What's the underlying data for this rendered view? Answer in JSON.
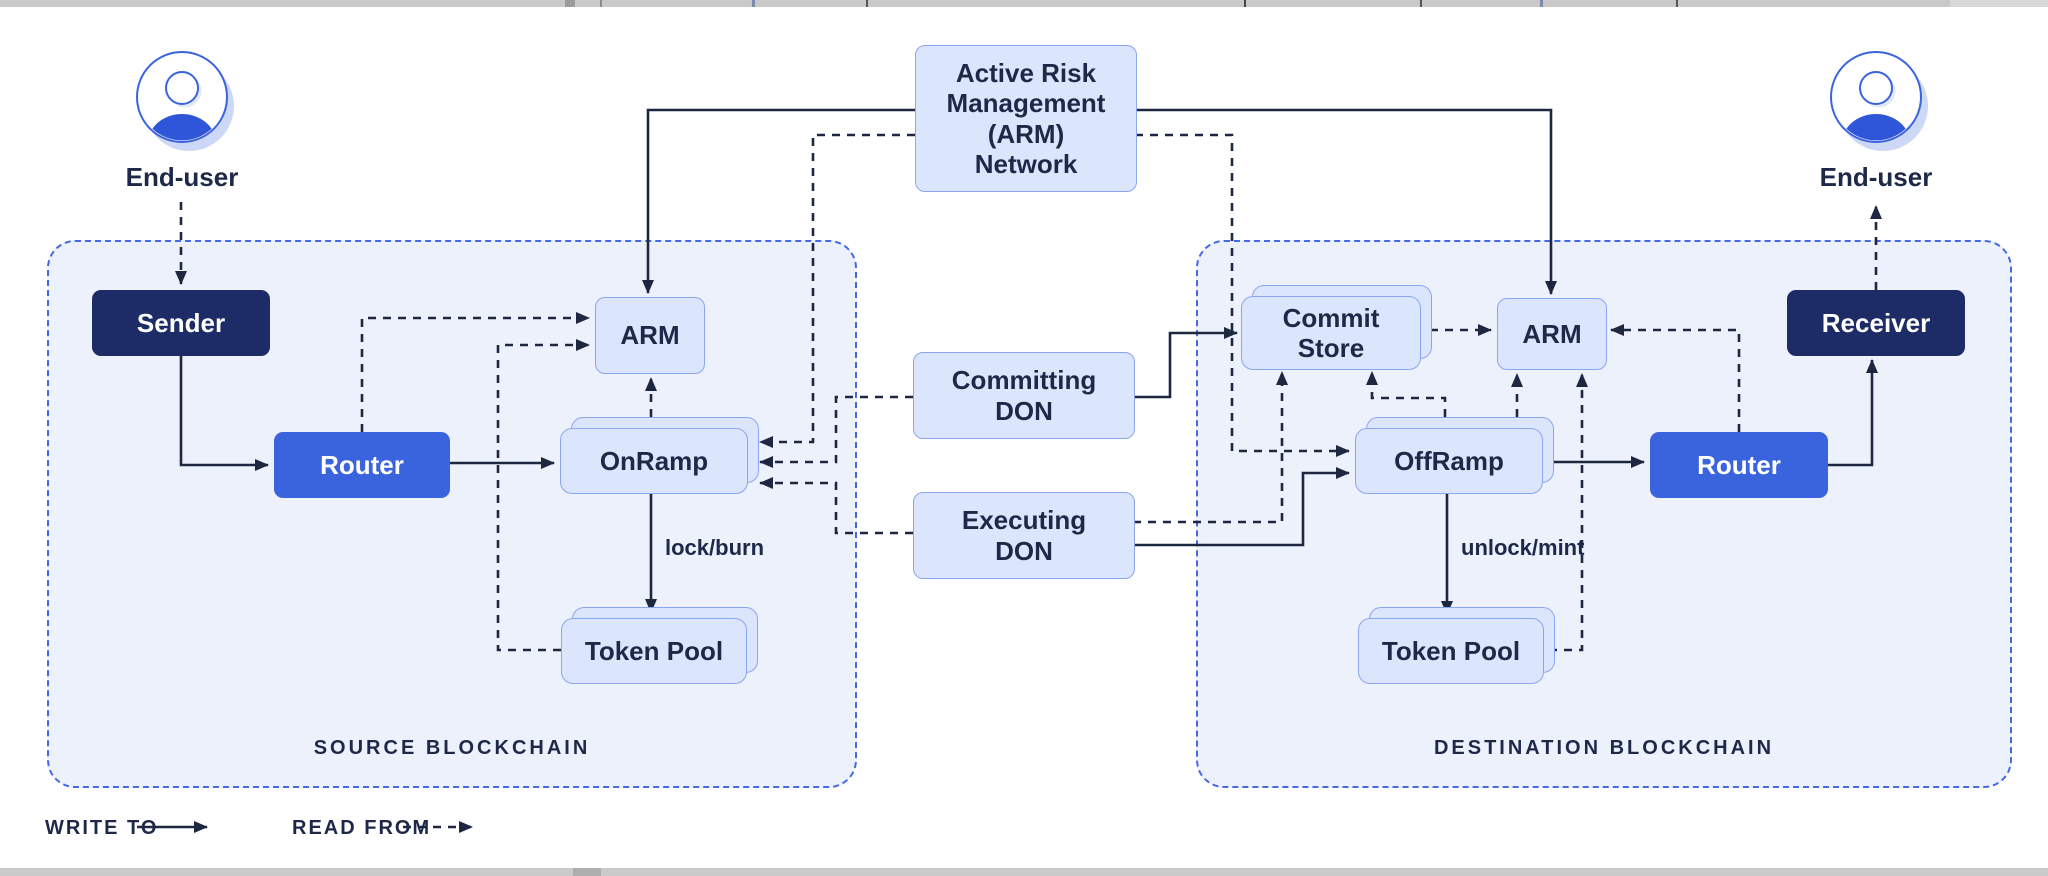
{
  "diagram": {
    "nodes": {
      "end_user_source": "End-user",
      "sender": "Sender",
      "router_source": "Router",
      "arm_source": "ARM",
      "onramp": "OnRamp",
      "token_pool_source": "Token Pool",
      "arm_network": "Active Risk\nManagement\n(ARM)\nNetwork",
      "committing_don": "Committing\nDON",
      "executing_don": "Executing\nDON",
      "commit_store": "Commit\nStore",
      "arm_destination": "ARM",
      "offramp": "OffRamp",
      "router_destination": "Router",
      "receiver": "Receiver",
      "token_pool_destination": "Token Pool",
      "end_user_destination": "End-user"
    },
    "edge_labels": {
      "lock_burn": "lock/burn",
      "unlock_mint": "unlock/mint"
    },
    "regions": {
      "source": "SOURCE BLOCKCHAIN",
      "destination": "DESTINATION BLOCKCHAIN"
    },
    "legend": {
      "write_to": "WRITE TO",
      "read_from": "READ FROM"
    },
    "colors": {
      "accent_blue": "#3a63de",
      "dark_navy": "#1d2b66",
      "light_box_fill": "#dbe5fc",
      "light_box_border": "#8aa6ef",
      "region_fill": "#edf1fc",
      "region_border": "#4468e6",
      "line": "#1e2740",
      "text": "#1e2949"
    }
  }
}
